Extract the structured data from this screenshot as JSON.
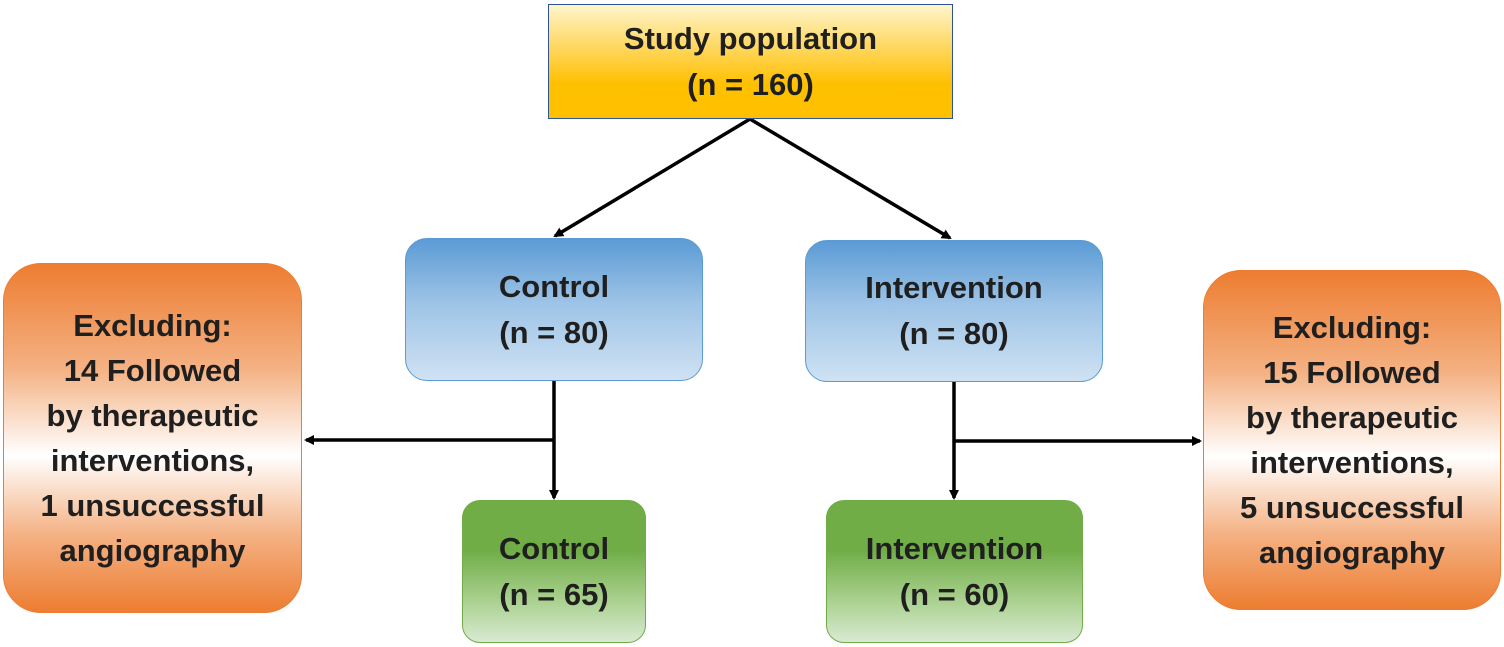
{
  "study_population": {
    "title": "Study population",
    "count": "(n = 160)"
  },
  "control": {
    "title": "Control",
    "count": "(n = 80)"
  },
  "intervention": {
    "title": "Intervention",
    "count": "(n = 80)"
  },
  "control_final": {
    "title": "Control",
    "count": "(n = 65)"
  },
  "intervention_final": {
    "title": "Intervention",
    "count": "(n = 60)"
  },
  "excluding_left": {
    "lines": [
      "Excluding:",
      "14 Followed",
      "by therapeutic",
      "interventions,",
      "1 unsuccessful",
      "angiography"
    ]
  },
  "excluding_right": {
    "lines": [
      "Excluding:",
      "15 Followed",
      "by therapeutic",
      "interventions,",
      "5 unsuccessful",
      "angiography"
    ]
  },
  "colors": {
    "top_fill": "#ffc000",
    "blue_fill": "#5b9bd5",
    "green_fill": "#70ad47",
    "orange_fill": "#ed7d31",
    "arrow": "#000000"
  }
}
